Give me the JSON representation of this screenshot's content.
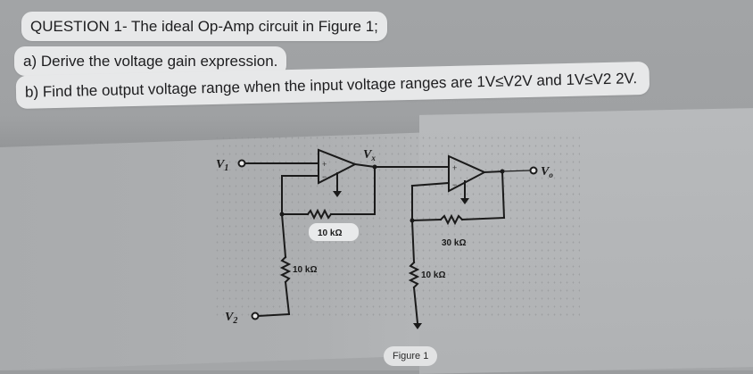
{
  "question": {
    "title": "QUESTION 1- The ideal Op-Amp circuit in Figure 1;",
    "part_a": "a) Derive the voltage gain expression.",
    "part_b": "b) Find the output voltage range when the input voltage ranges are 1V≤V2V and 1V≤V2 2V."
  },
  "figure": {
    "caption": "Figure 1",
    "nodes": {
      "v1": "V",
      "v1_sub": "1",
      "v2": "V",
      "v2_sub": "2",
      "vx": "V",
      "vx_sub": "x",
      "vo": "V",
      "vo_sub": "o"
    },
    "resistors": {
      "r_feedback_1": "10 kΩ",
      "r_ground_1": "10 kΩ",
      "r_feedback_2": "30 kΩ",
      "r_ground_2": "10 kΩ"
    },
    "opamp_signs": {
      "plus": "+",
      "minus": "−"
    }
  },
  "colors": {
    "background": "#a6a8aa",
    "bubble": "#e7e8e9",
    "text": "#1d1d1f",
    "wire": "#1a1a1a"
  }
}
